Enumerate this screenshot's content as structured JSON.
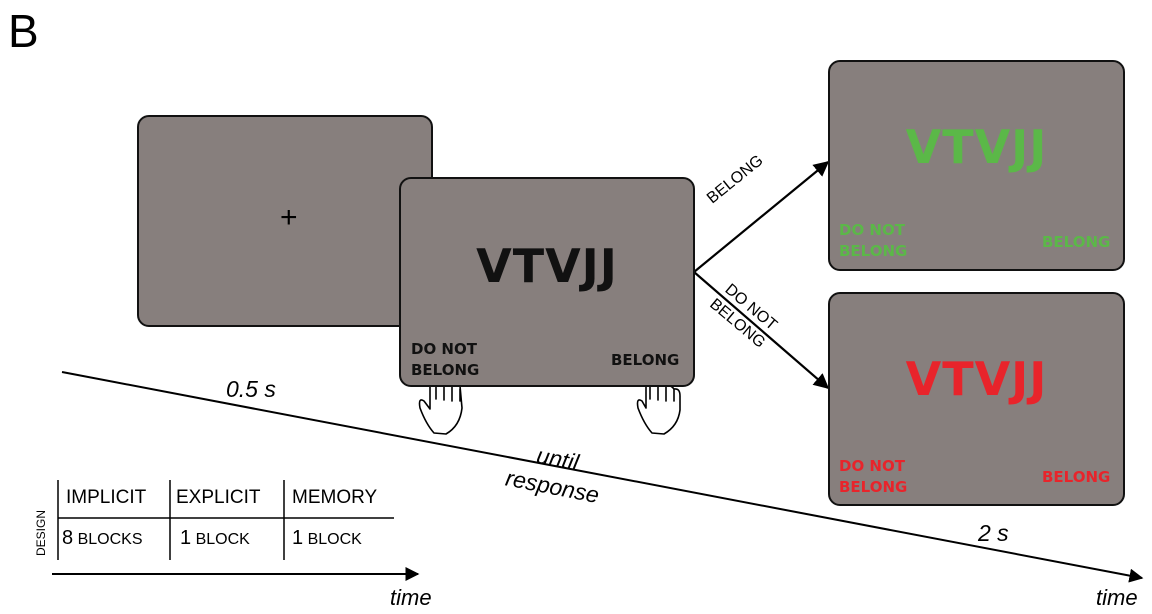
{
  "panel_letter": "B",
  "fixation_symbol": "+",
  "stimulus": {
    "text": "VTVJJ",
    "left_label_line1": "DO NOT",
    "left_label_line2": "BELONG",
    "right_label": "BELONG"
  },
  "feedback_correct": {
    "text": "VTVJJ",
    "color": "#5bb848",
    "left_label_line1": "DO NOT",
    "left_label_line2": "BELONG",
    "right_label": "BELONG"
  },
  "feedback_incorrect": {
    "text": "VTVJJ",
    "color": "#e8242b",
    "left_label_line1": "DO NOT",
    "left_label_line2": "BELONG",
    "right_label": "BELONG"
  },
  "arrow_labels": {
    "belong": "BELONG",
    "do_not_line1": "DO NOT",
    "do_not_line2": "BELONG"
  },
  "timing": {
    "fixation": "0.5 s",
    "response_line1": "until",
    "response_line2": "response",
    "feedback": "2 s",
    "axis_label": "time"
  },
  "design_table": {
    "row_header": "DESIGN",
    "columns": [
      "IMPLICIT",
      "EXPLICIT",
      "MEMORY"
    ],
    "cells": [
      {
        "num": "8",
        "unit": "BLOCKS"
      },
      {
        "num": "1",
        "unit": "BLOCK"
      },
      {
        "num": "1",
        "unit": "BLOCK"
      }
    ],
    "axis_label": "time"
  },
  "colors": {
    "screen": "#877f7d",
    "stimulus_text": "#111111",
    "correct": "#5bb848",
    "incorrect": "#e8242b"
  }
}
